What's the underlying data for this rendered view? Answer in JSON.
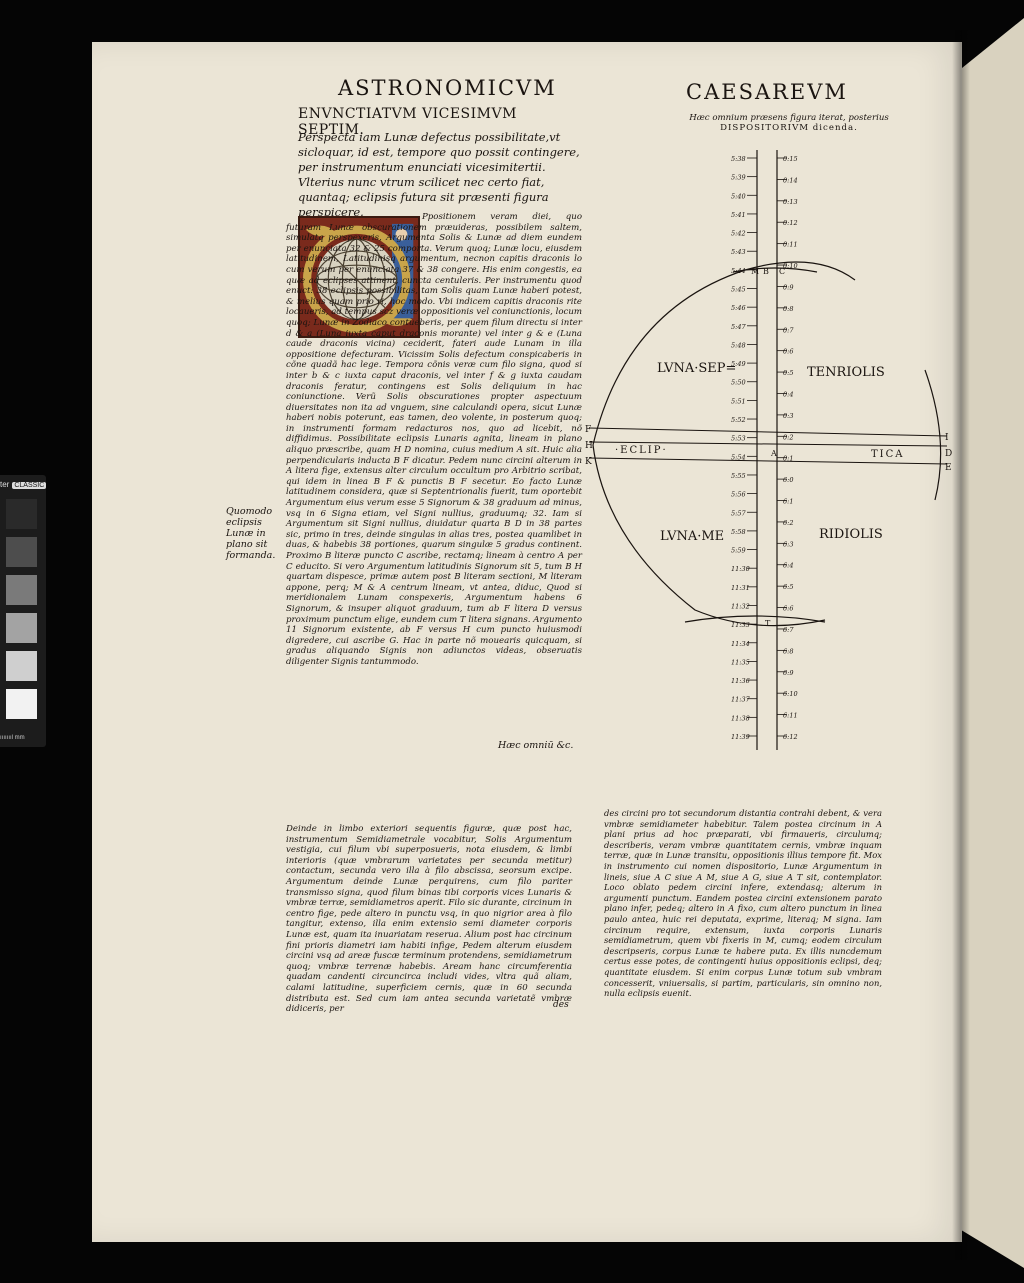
{
  "header": {
    "title_left": "ASTRONOMICVM",
    "title_right": "CAESAREVM",
    "subtitle": "ENVNCTIATVM VICESIMVM SEPTIM.",
    "diagram_caption_line1": "Hæc omnium præsens figura iterat, posterius",
    "diagram_caption_line2": "DISPOSITORIVM dicenda."
  },
  "intro_text": "Perspecta iam Lunæ defectus possibilitate,vt sicloquar, id est, tempore quo possit contingere, per instrumentum enunciati vicesimitertii. Vlterius nunc vtrum scilicet nec certo fiat, quantaq; eclipsis futura sit præsenti figura perspicere.",
  "body_main": "Ppositionem veram diei, quo futuram Lunæ obscurationem præuideras, possibilem saltem, simulatq perspexeris, Argumenta Solis & Lunæ ad diem eundem per enunciata 32 & 25 comporta. Verum quoq; Lunæ locu, eiusdem latitudinem, Latitudinisq argumentum, necnon capitis draconis lo cum verum per enunciata 37 & 38 congere. His enim congestis, ea quæ ad eclipses attinent, cuncta centuleris. Per instrumentu quod enuct: 38 eclipsis possibilitas, tam Solis quam Lunæ haberi potest, & melius quam prio ri, hoc modo. Vbi indicem capitis draconis rite locaueris, ad tempus scz veræ oppositionis vel coniunctionis, locum quoq; Lunæ in Zodiaco contueberis, per quem filum directu si inter d & a (Luna iuxta caput draconis morante) vel inter g & e (Luna caude draconis vicina) ceciderit, fateri aude Lunam in illa oppositione defecturam. Vicissim Solis defectum conspicaberis in cõne quadã hac lege. Tempora cõnis veræ cum filo signa, quod si inter b & c iuxta caput draconis, vel inter f & g iuxta caudam draconis feratur, contingens est Solis deliquium in hac coniunctione. Verũ Solis obscurationes propter aspectuum diuersitates non ita ad vnguem, sine calculandi opera, sicut Lunæ haberi nobis poterunt, eas tamen, deo volente, in posterum quoq; in instrumenti formam redacturos nos, quo ad licebit, nõ diffidimus. Possibilitate eclipsis Lunaris agnita, lineam in plano aliquo præscribe, quam H D nomina, cuius medium A sit. Huic alia perpendicularis inducta B F dicatur. Pedem nunc circini alterum in A litera fige, extensus alter circulum occultum pro Arbitrio scribat, qui idem in linea B F & punctis B F secetur. Eo facto Lunæ latitudinem considera, quæ si Septentrionalis fuerit, tum oportebit Argumentum eius verum esse 5 Signorum & 38 graduum ad minus, vsq in 6 Signa etiam, vel Signi nullius, graduumq; 32. Iam si Argumentum sit Signi nullius, diuidatur quarta B D in 38 partes sic, primo in tres, deinde singulas in alias tres, postea quamlibet in duas, & habebis 38 portiones, quarum singulæ 5 gradus continent. Proximo B literæ puncto C ascribe, rectamq; lineam à centro A per C educito. Si vero Argumentum latitudinis Signorum sit 5, tum B H quartam dispesce, primæ autem post B literam sectioni, M literam appone, perq; M & A centrum lineam, vt antea, diduc, Quod si meridionalem Lunam conspexeris, Argumentum habens 6 Signorum, & insuper aliquot graduum, tum ab F litera D versus proximum punctum elige, eundem cum T litera signans. Argumento 11 Signorum existente, ab F versus H cum puncto huiusmodi digredere, cui ascribe G. Hac in parte nõ mouearis quicquam, si gradus aliquando Signis non adiunctos videas, obseruatis diligenter Signis tantummodo.",
  "catchword_top": "Hæc omniū &c.",
  "margin_note": "Quomodo eclipsis Lunæ in plano sit formanda.",
  "body_left_bottom": "Deinde in limbo exteriori sequentis figuræ, quæ post hac, instrumentum Semidiametrale vocabitur, Solis Argumentum vestigia, cui filum vbi superposueris, nota eiusdem, & limbi interioris (quæ vmbrarum varietates per secunda metitur) contactum, secunda vero illa à filo abscissa, seorsum excipe. Argumentum deinde Lunæ perquirens, cum filo pariter transmisso signa, quod filum binas tibi corporis vices Lunaris & vmbræ terræ, semidiametros aperit. Filo sic durante, circinum in centro fige, pede altero in punctu vsq, in quo nigrior area à filo tangitur, extenso, illa enim extensio semi diameter corporis Lunæ est, quam ita inuariatam reserua. Alium post hac circinum fini prioris diametri iam habiti infige, Pedem alterum eiusdem circini vsq ad areæ fuscæ terminum protendens, semidiametrum quoq; vmbræ terrenæ habebis. Aream hanc circumferentia quadam candenti circuncirca includi vides, vltra quã aliam, calami latitudine, superficiem cernis, quæ in 60 secunda distributa est. Sed cum iam antea secunda varietatẽ vmbræ didiceris, per",
  "catchword_left_bottom": "des",
  "body_right_bottom": "des circini pro tot secundorum distantia contrahi debent, & vera vmbræ semidiameter habebitur. Talem postea circinum in A plani prius ad hoc præparati, vbi firmaueris, circulumq; describeris, veram vmbræ quantitatem cernis, vmbræ inquam terræ, quæ in Lunæ transitu, oppositionis illius tempore fit. Mox in instrumento cui nomen dispositorio, Lunæ Argumentum in lineis, siue A C siue A M, siue A G, siue A T sit, contemplator. Loco oblato pedem circini infere, extendasq; alterum in argumenti punctum. Eandem postea circini extensionem parato plano infer, pedeq; altero in A fixo, cum altero punctum in linea paulo antea, huic rei deputata, exprime, literaq; M signa. Iam circinum require, extensum, iuxta corporis Lunaris semidiametrum, quem vbi fixeris in M, cumq; eodem circulum descripseris, corpus Lunæ te habere puta. Ex illis nuncdemum certus esse potes, de contingenti huius oppositionis eclipsi, deq; quantitate eiusdem. Si enim corpus Lunæ totum sub vmbram concesserit, vniuersalis, si partim, particularis, sin omnino non, nulla eclipsis euenit.",
  "diagram": {
    "label_luna_sep": "LVNA·SEP=",
    "label_tenrio": "TENRIOLIS",
    "label_luna_me": "LVNA·ME",
    "label_ridio": "RIDIOLIS",
    "label_eclip": "·ECLIP·",
    "label_tica": "TICA",
    "letters": [
      "F",
      "H",
      "K",
      "I",
      "D",
      "E",
      "M",
      "B",
      "C",
      "A",
      "T"
    ],
    "left_scale": [
      "5:38",
      "5:39",
      "5:40",
      "5:41",
      "5:42",
      "5:43",
      "5:44",
      "5:45",
      "5:46",
      "5:47",
      "5:48",
      "5:49",
      "5:50",
      "5:51",
      "5:52",
      "5:53",
      "5:54",
      "5:55",
      "5:56",
      "5:57",
      "5:58",
      "5:59",
      "11:30",
      "11:31",
      "11:32",
      "11:33",
      "11:34",
      "11:35",
      "11:36",
      "11:37",
      "11:38",
      "11:39"
    ],
    "right_scale": [
      "0:15",
      "0:14",
      "0:13",
      "0:12",
      "0:11",
      "0:10",
      "0:9",
      "0:8",
      "0:7",
      "0:6",
      "0:5",
      "0:4",
      "0:3",
      "0:2",
      "0:1",
      "6:0",
      "6:1",
      "6:2",
      "6:3",
      "6:4",
      "6:5",
      "6:6",
      "6:7",
      "6:8",
      "6:9",
      "6:10",
      "6:11",
      "6:12"
    ]
  },
  "color_card": {
    "brand": "ter",
    "classic": "CLASSIC",
    "scale": "mm"
  },
  "colors": {
    "paper": "#ebe5d6",
    "ink": "#1a1410",
    "initial_red": "#7a2a1c",
    "initial_gold": "#c9a44a",
    "initial_blue": "#3a5f9a"
  }
}
